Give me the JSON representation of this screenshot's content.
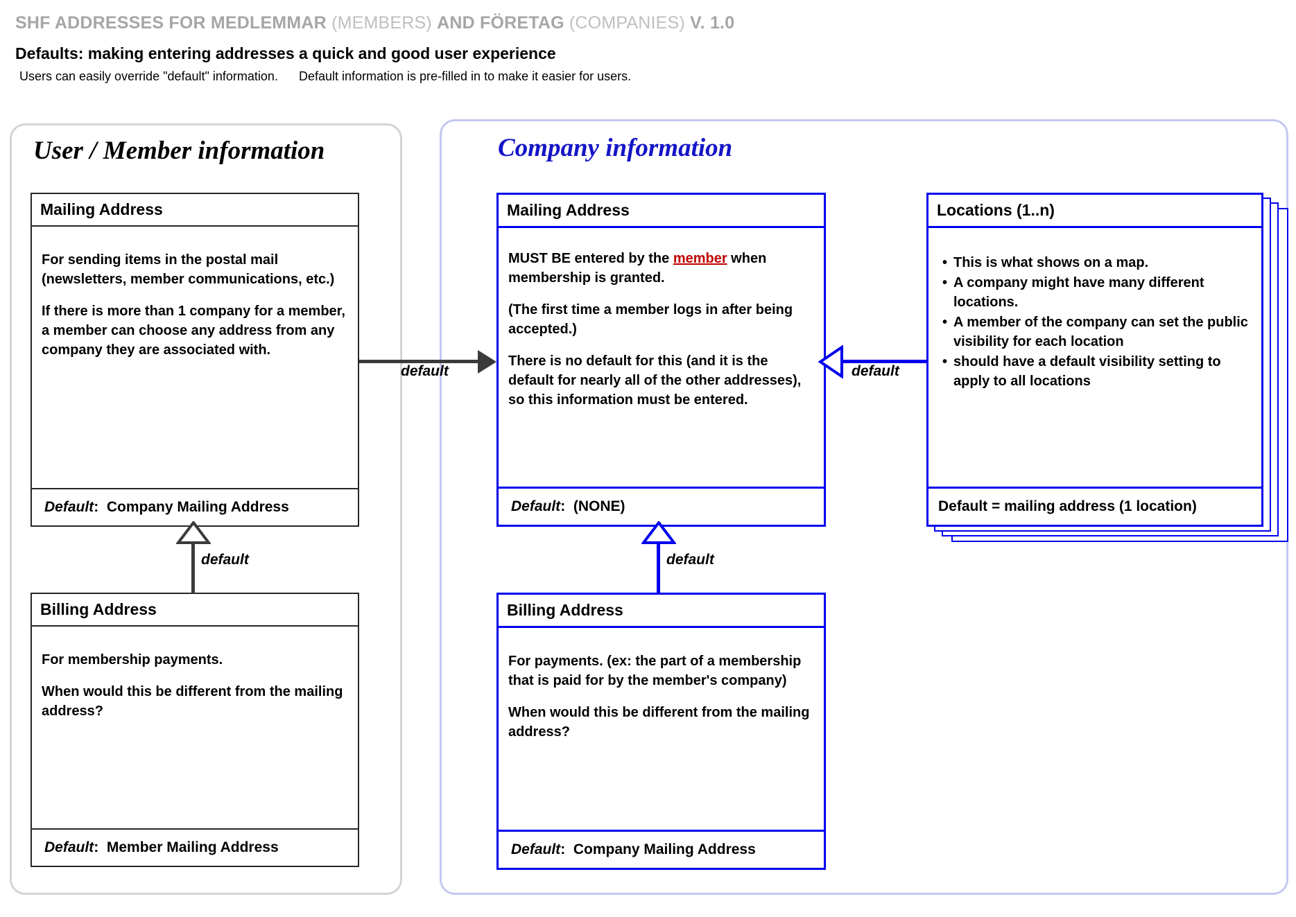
{
  "header": {
    "doc_title_bold_1": "SHF ADDRESSES FOR MEDLEMMAR ",
    "doc_title_light_1": "(MEMBERS) ",
    "doc_title_bold_2": "AND FÖRETAG ",
    "doc_title_light_2": "(COMPANIES) ",
    "doc_title_bold_3": "V. 1.0",
    "doc_title_full": "SHF ADDRESSES FOR MEDLEMMAR (MEMBERS) AND FÖRETAG (COMPANIES) V. 1.0",
    "subtitle": "Defaults: making  entering addresses a quick and good user experience",
    "note_left": "Users can easily override \"default\" information.",
    "note_right": "Default information is pre-filled in to make it easier for users."
  },
  "panels": {
    "user": {
      "title": "User / Member information",
      "border_color": "#d4d4d4"
    },
    "company": {
      "title": "Company information",
      "border_color": "#c3c8f2",
      "title_color": "#1414c8"
    }
  },
  "boxes": {
    "user_mailing": {
      "title": "Mailing Address",
      "para1": "For sending items in the postal mail (newsletters, member communications, etc.)",
      "para2": "If there is more than 1 company for a member, a member can choose any address from any company they are associated with.",
      "default_label": "Default",
      "default_sep": ":",
      "default_value": "Company Mailing Address"
    },
    "user_billing": {
      "title": "Billing Address",
      "para1": "For membership payments.",
      "para2": "When would this be different from the mailing address?",
      "default_label": "Default",
      "default_sep": ":",
      "default_value": "Member Mailing Address"
    },
    "company_mailing": {
      "title": "Mailing Address",
      "para1_pre": "MUST BE entered by the ",
      "para1_link": "member",
      "para1_post": " when membership is granted.",
      "para2": "(The first time a member logs in after being accepted.)",
      "para3": " There is no default for this (and it is the default for nearly all of the other addresses), so this information must be entered.",
      "default_label": "Default",
      "default_sep": ":",
      "default_value": "(NONE)"
    },
    "company_billing": {
      "title": "Billing Address",
      "para1": "For  payments. (ex: the part  of a membership that is paid for by the member's company)",
      "para2": "When would this be different from the mailing address?",
      "default_label": "Default",
      "default_sep": ":",
      "default_value": "Company Mailing Address"
    },
    "locations": {
      "title": "Locations (1..n)",
      "bullets": [
        "This is what shows on a map.",
        "A company might have many different locations.",
        "A member of the company can set the public visibility for each location",
        "should have a default visibility setting to apply to all locations"
      ],
      "default_text": "Default =  mailing address (1 location)"
    }
  },
  "connectors": {
    "user_to_company_mailing": "default",
    "user_billing_to_user_mailing": "default",
    "company_billing_to_company_mailing": "default",
    "locations_to_company_mailing": "default"
  },
  "colors": {
    "blue": "#0000ee",
    "panel_blue": "#c3c8f2",
    "grey": "#d4d4d4",
    "title_grey": "#a6a6a6",
    "red": "#c00000",
    "dark": "#3a3a3a"
  }
}
